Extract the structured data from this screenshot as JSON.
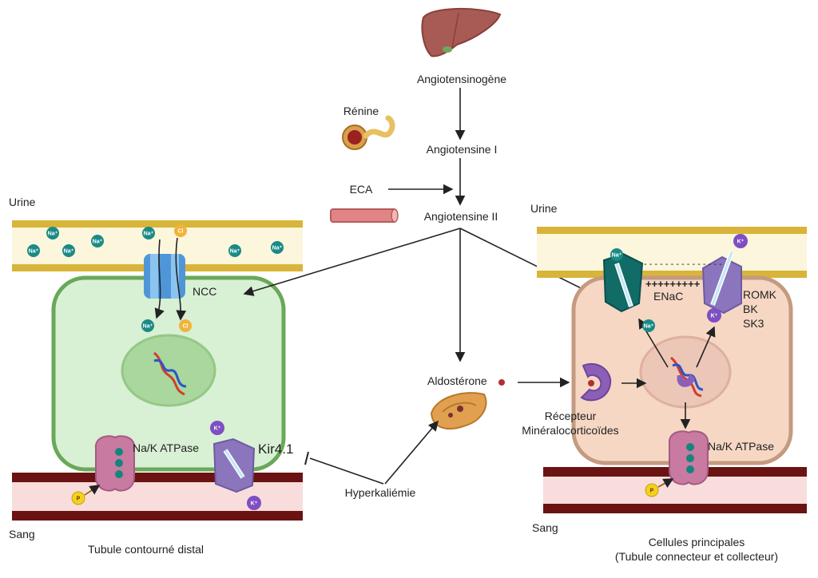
{
  "pathway": {
    "angiotensinogen": "Angiotensinogène",
    "renin": "Rénine",
    "angiotensin_1": "Angiotensine I",
    "eca": "ECA",
    "angiotensin_2": "Angiotensine II",
    "aldosterone": "Aldostérone",
    "hyperkalemia": "Hyperkaliémie"
  },
  "left_cell": {
    "urine": "Urine",
    "blood": "Sang",
    "ncc": "NCC",
    "na_k_atpase": "Na/K ATPase",
    "kir": "Kir4.1",
    "caption": "Tubule contourné distal"
  },
  "right_cell": {
    "urine": "Urine",
    "blood": "Sang",
    "enac": "ENaC",
    "channels": [
      "ROMK",
      "BK",
      "SK3"
    ],
    "receptor": [
      "Récepteur",
      "Minéralocorticoïdes"
    ],
    "na_k_atpase": "Na/K ATPase",
    "caption": [
      "Cellules principales",
      "(Tubule connecteur et collecteur)"
    ],
    "charges_top": "- - - - - - - - - - - - - - -",
    "charges_bottom": "+++++++++"
  },
  "ions": {
    "na": "Na⁺",
    "k": "K⁺",
    "cl": "Cl",
    "p": "P"
  },
  "colors": {
    "membrane_yellow": "#d9b43a",
    "lumen": "#fbf6dc",
    "dct_cell_fill": "#d8f0d4",
    "dct_cell_border": "#6aa85a",
    "pc_cell_fill": "#f6d7c4",
    "pc_cell_border": "#c49a80",
    "vessel_dark": "#6b1212",
    "vessel_light": "#f9dddd",
    "na_ion": "#1a8a86",
    "cl_ion": "#f0b43a",
    "k_ion": "#7d4fc3",
    "p_ion": "#f5d020"
  }
}
